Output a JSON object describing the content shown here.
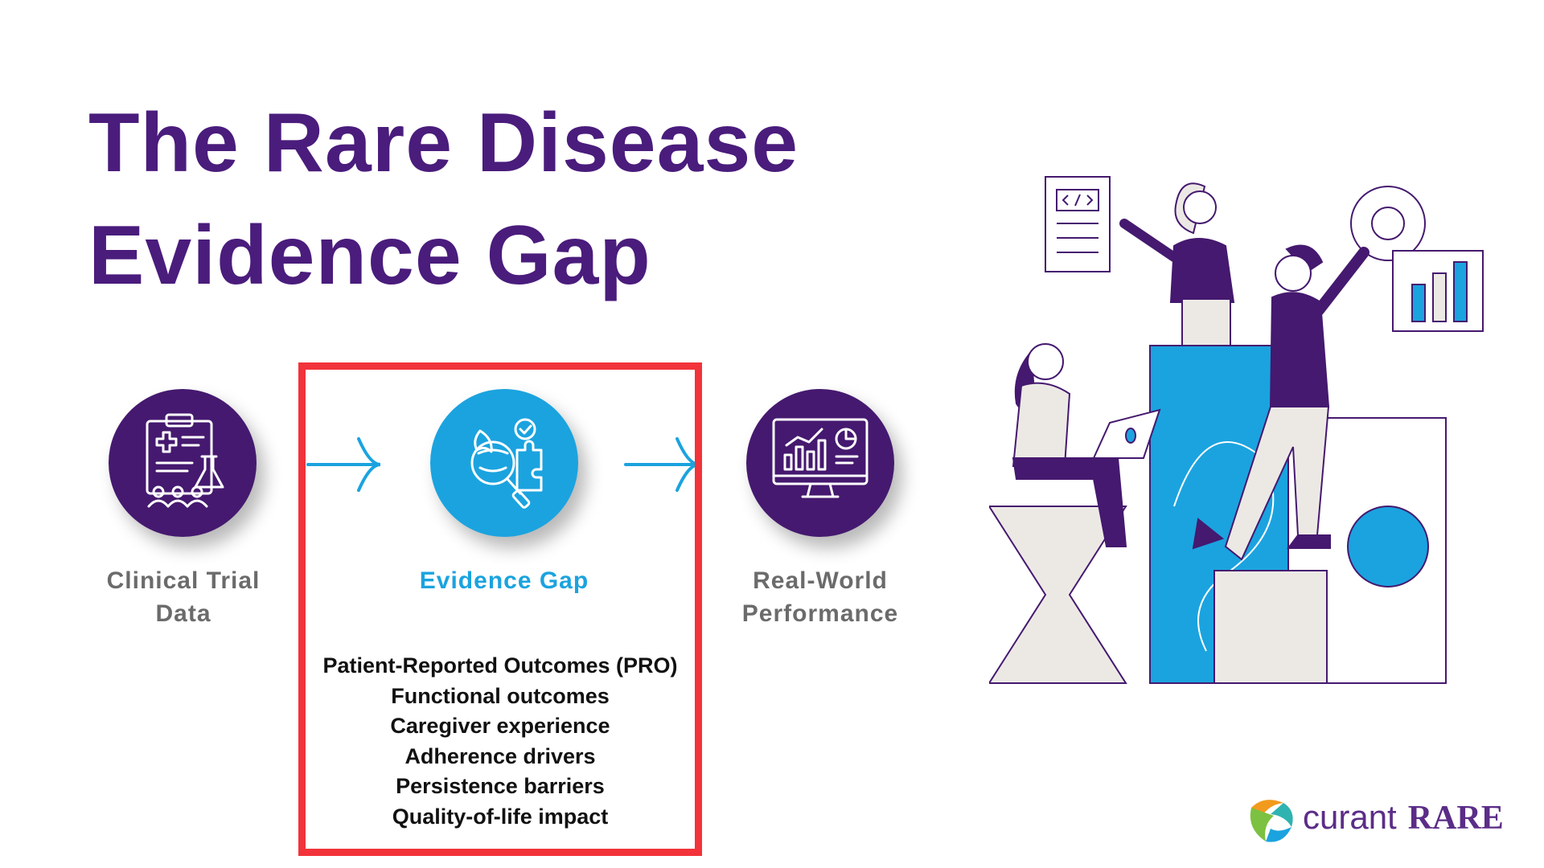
{
  "title": {
    "line1": "The Rare Disease",
    "line2": "Evidence Gap"
  },
  "flow": {
    "nodes": [
      {
        "label_line1": "Clinical Trial",
        "label_line2": "Data",
        "icon": "clinical-trial-icon"
      },
      {
        "label_line1": "Evidence Gap",
        "label_line2": "",
        "icon": "evidence-search-icon"
      },
      {
        "label_line1": "Real-World",
        "label_line2": "Performance",
        "icon": "monitor-chart-icon"
      }
    ],
    "gap_items": [
      "Patient-Reported Outcomes (PRO)",
      "Functional outcomes",
      "Caregiver experience",
      "Adherence drivers",
      "Persistence barriers",
      "Quality-of-life impact"
    ]
  },
  "illustration": "team-data-analysis-illustration",
  "logo": {
    "text_main": "curant",
    "text_brand": "RARE"
  },
  "colors": {
    "title_purple": "#4a1c7c",
    "node_purple": "#45196f",
    "accent_blue": "#1ba3df",
    "highlight_red": "#f2333a",
    "label_gray": "#6b6b6b"
  }
}
